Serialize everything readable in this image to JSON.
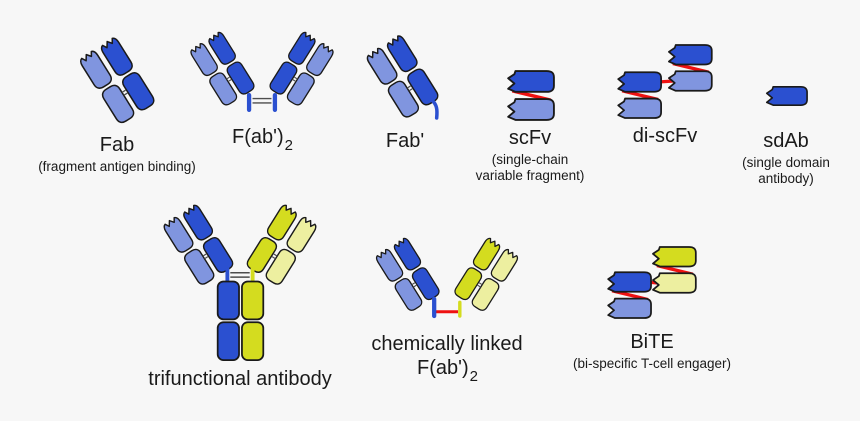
{
  "colors": {
    "background": "#f7f7f7",
    "dark_blue": "#2b50d0",
    "light_blue": "#8095df",
    "dark_yellow": "#d4dc1f",
    "light_yellow": "#edefa0",
    "linker_red": "#ee1111",
    "outline": "#1a1a1a",
    "hinge_gray": "#4d4d4d",
    "text": "#1a1a1a"
  },
  "items": {
    "fab": {
      "label": "Fab",
      "note": "(fragment antigen binding)"
    },
    "fab2": {
      "label": "F(ab')",
      "subscript": "2"
    },
    "fab_prime": {
      "label": "Fab'"
    },
    "scfv": {
      "label": "scFv",
      "note": "(single-chain variable fragment)"
    },
    "di_scfv": {
      "label": "di-scFv"
    },
    "sdab": {
      "label": "sdAb",
      "note": "(single domain antibody)"
    },
    "trifunctional": {
      "label": "trifunctional antibody"
    },
    "chem_fab2": {
      "pre_label": "chemically linked",
      "label": "F(ab')",
      "subscript": "2"
    },
    "bite": {
      "label": "BiTE",
      "note": "(bi-specific T-cell engager)"
    }
  }
}
